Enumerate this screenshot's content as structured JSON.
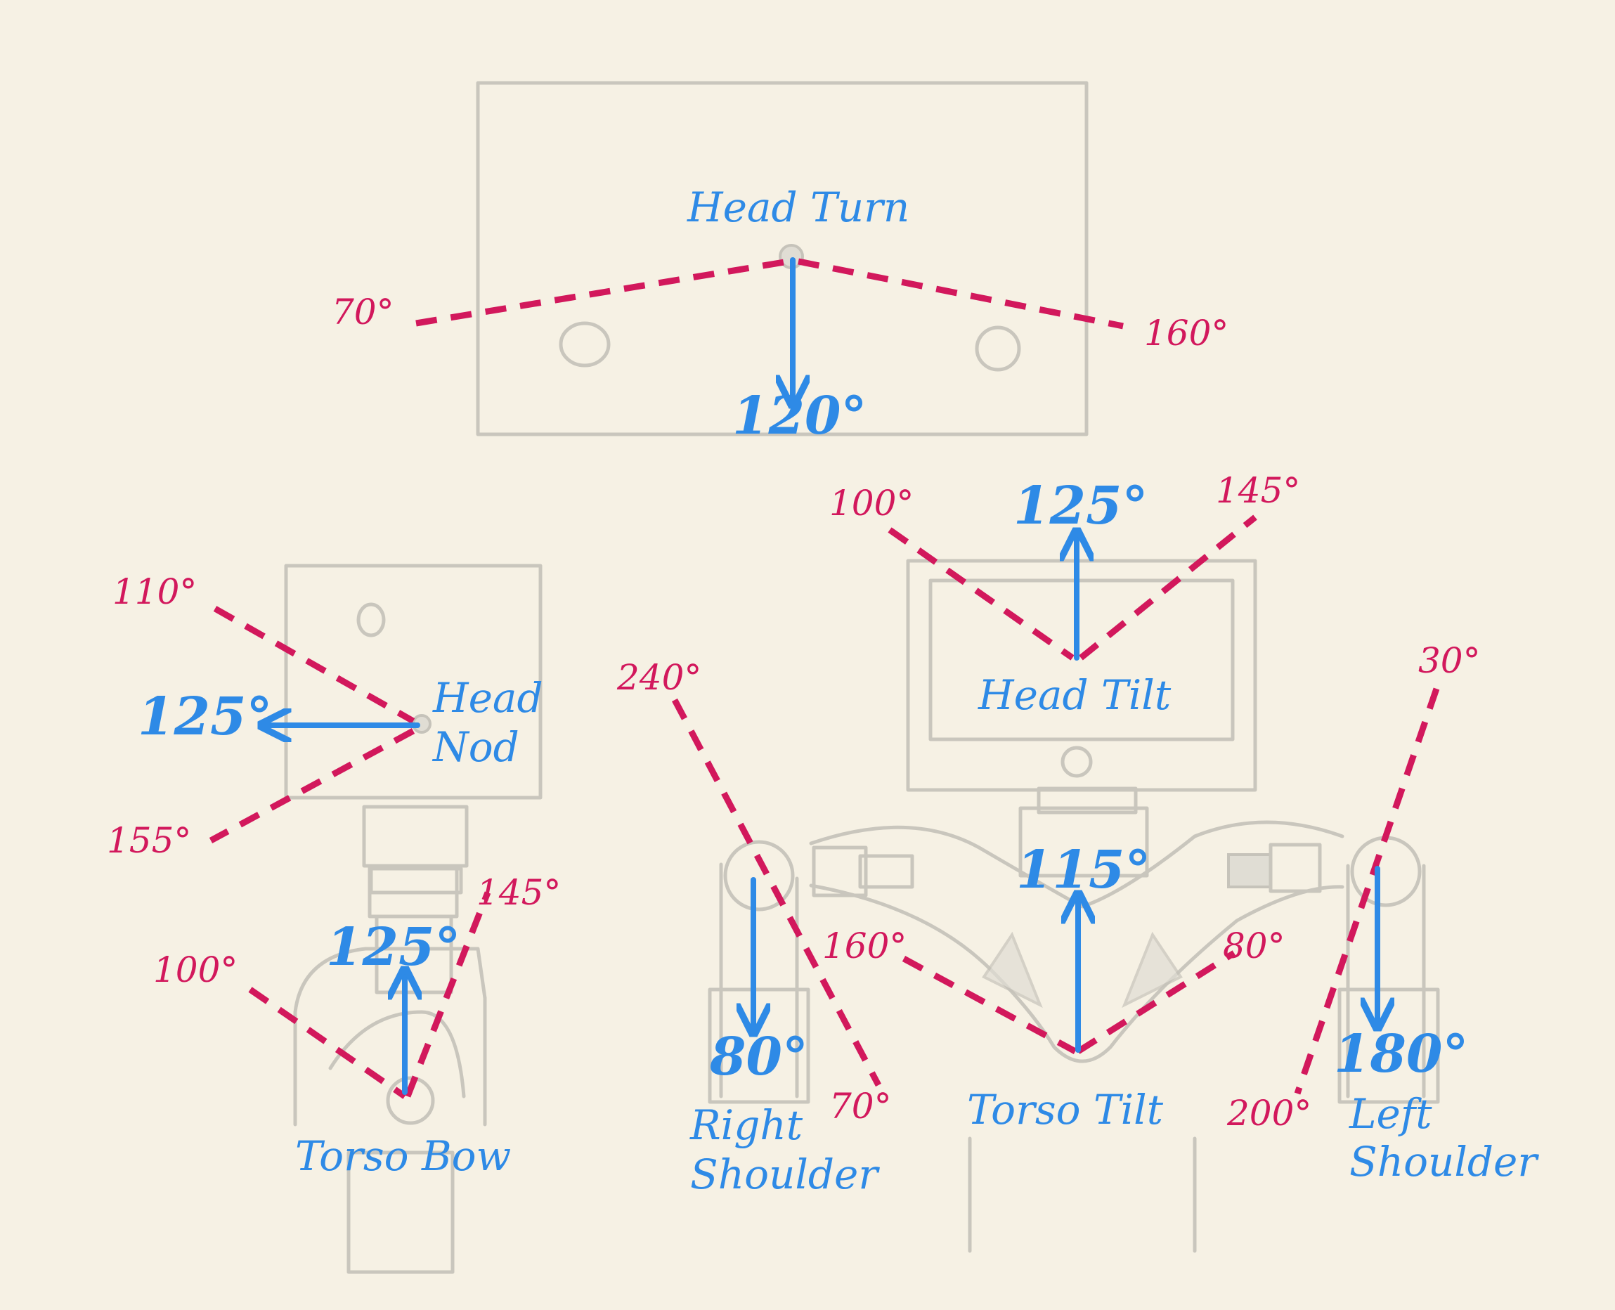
{
  "joints": {
    "head_turn": {
      "name": "Head Turn",
      "default": "120°",
      "limit_a": "70°",
      "limit_b": "160°"
    },
    "head_nod": {
      "name_line1": "Head",
      "name_line2": "Nod",
      "default": "125°",
      "limit_a": "110°",
      "limit_b": "155°"
    },
    "head_tilt": {
      "name": "Head Tilt",
      "default": "125°",
      "limit_a": "100°",
      "limit_b": "145°"
    },
    "torso_bow": {
      "name": "Torso Bow",
      "default": "125°",
      "limit_a": "100°",
      "limit_b": "145°"
    },
    "right_shoulder": {
      "name_line1": "Right",
      "name_line2": "Shoulder",
      "default": "80°",
      "limit_a": "240°",
      "limit_b": "70°"
    },
    "torso_tilt": {
      "name": "Torso Tilt",
      "default": "115°",
      "limit_a": "160°",
      "limit_b": "80°"
    },
    "left_shoulder": {
      "name_line1": "Left",
      "name_line2": "Shoulder",
      "default": "180°",
      "limit_a": "30°",
      "limit_b": "200°"
    }
  },
  "colors": {
    "background": "#f6f1e4",
    "name_label": "#2e8ae6",
    "default_arrow": "#2e8ae6",
    "limit_line": "#d2185c",
    "sketch": "#c9c6bd"
  }
}
